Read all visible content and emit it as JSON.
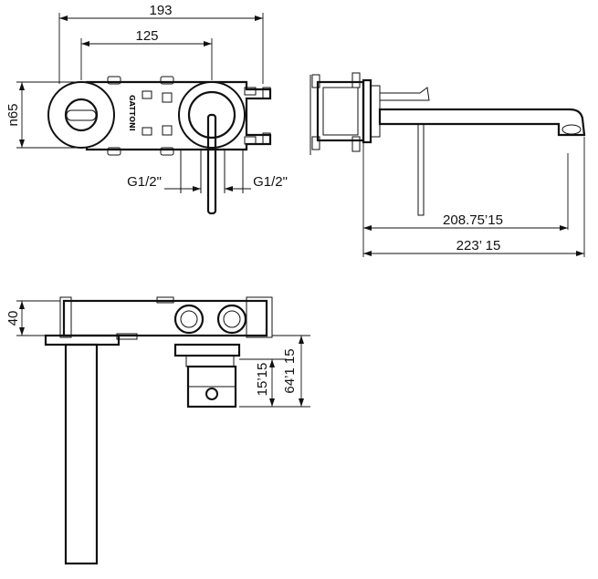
{
  "dimensions": {
    "overall_width": "193",
    "centre_distance": "125",
    "plate_height": "n65",
    "inlet_left": "G1/2\"",
    "inlet_right": "G1/2\"",
    "spout_reach_to_outlet": "208.75’15",
    "overall_projection": "223’ 15",
    "body_depth": "40",
    "adjustment_min": "15’15",
    "adjustment_max": "64’1 15"
  },
  "branding": {
    "logo_text": "GATTONI"
  }
}
